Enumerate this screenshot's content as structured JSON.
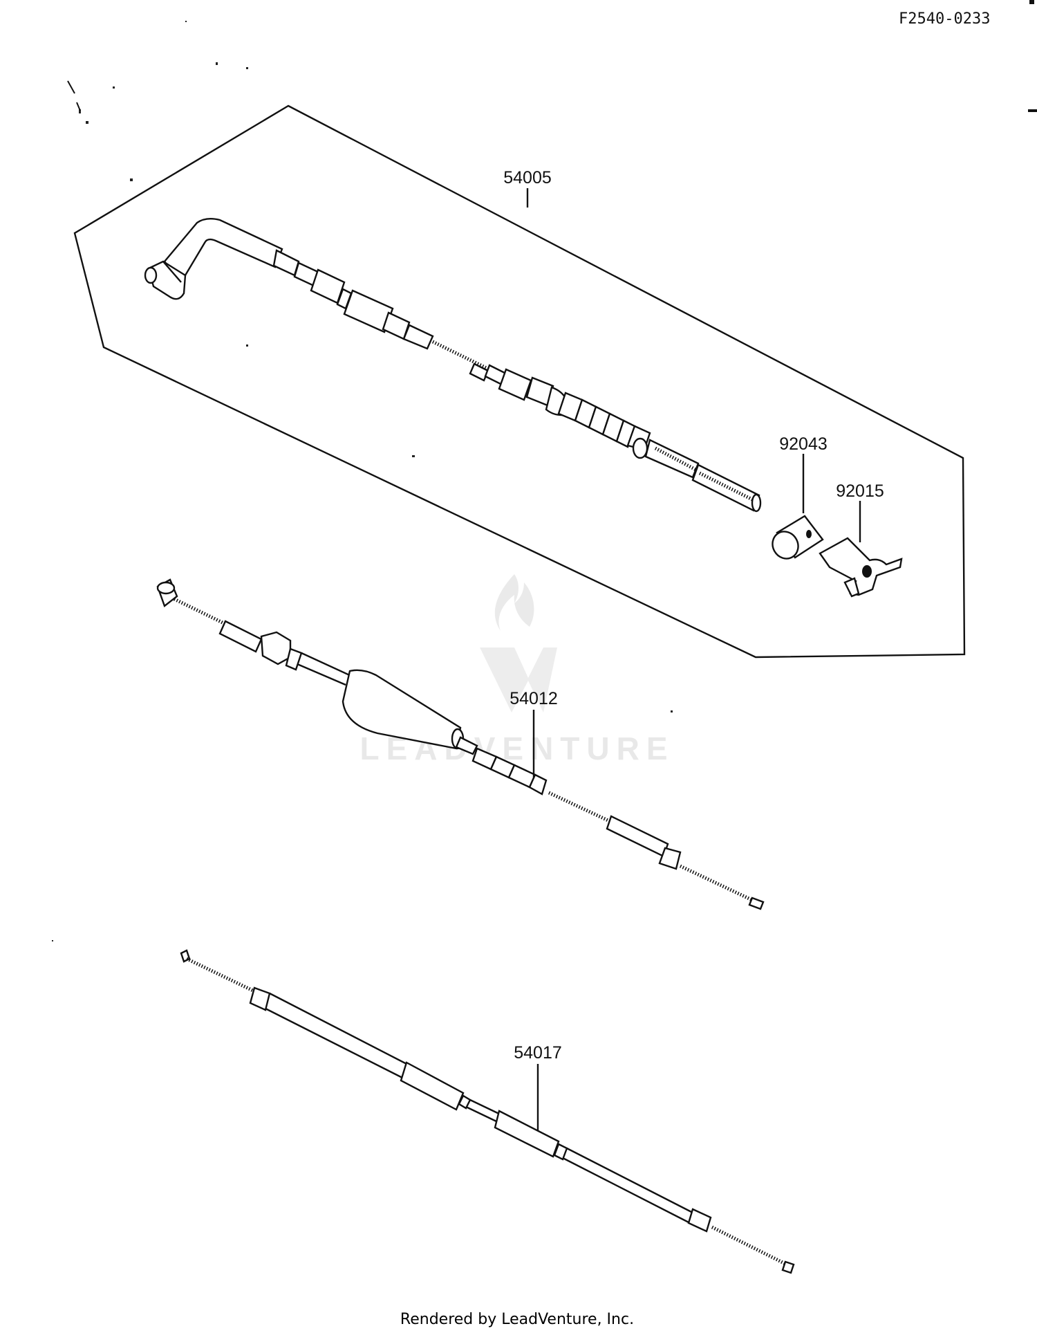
{
  "diagram_code": "F2540-0233",
  "footer_text": "Rendered by LeadVenture, Inc.",
  "watermark_text": "LEADVENTURE",
  "parts": [
    {
      "number": "54005"
    },
    {
      "number": "92043"
    },
    {
      "number": "92015"
    },
    {
      "number": "54012"
    },
    {
      "number": "54017"
    }
  ]
}
